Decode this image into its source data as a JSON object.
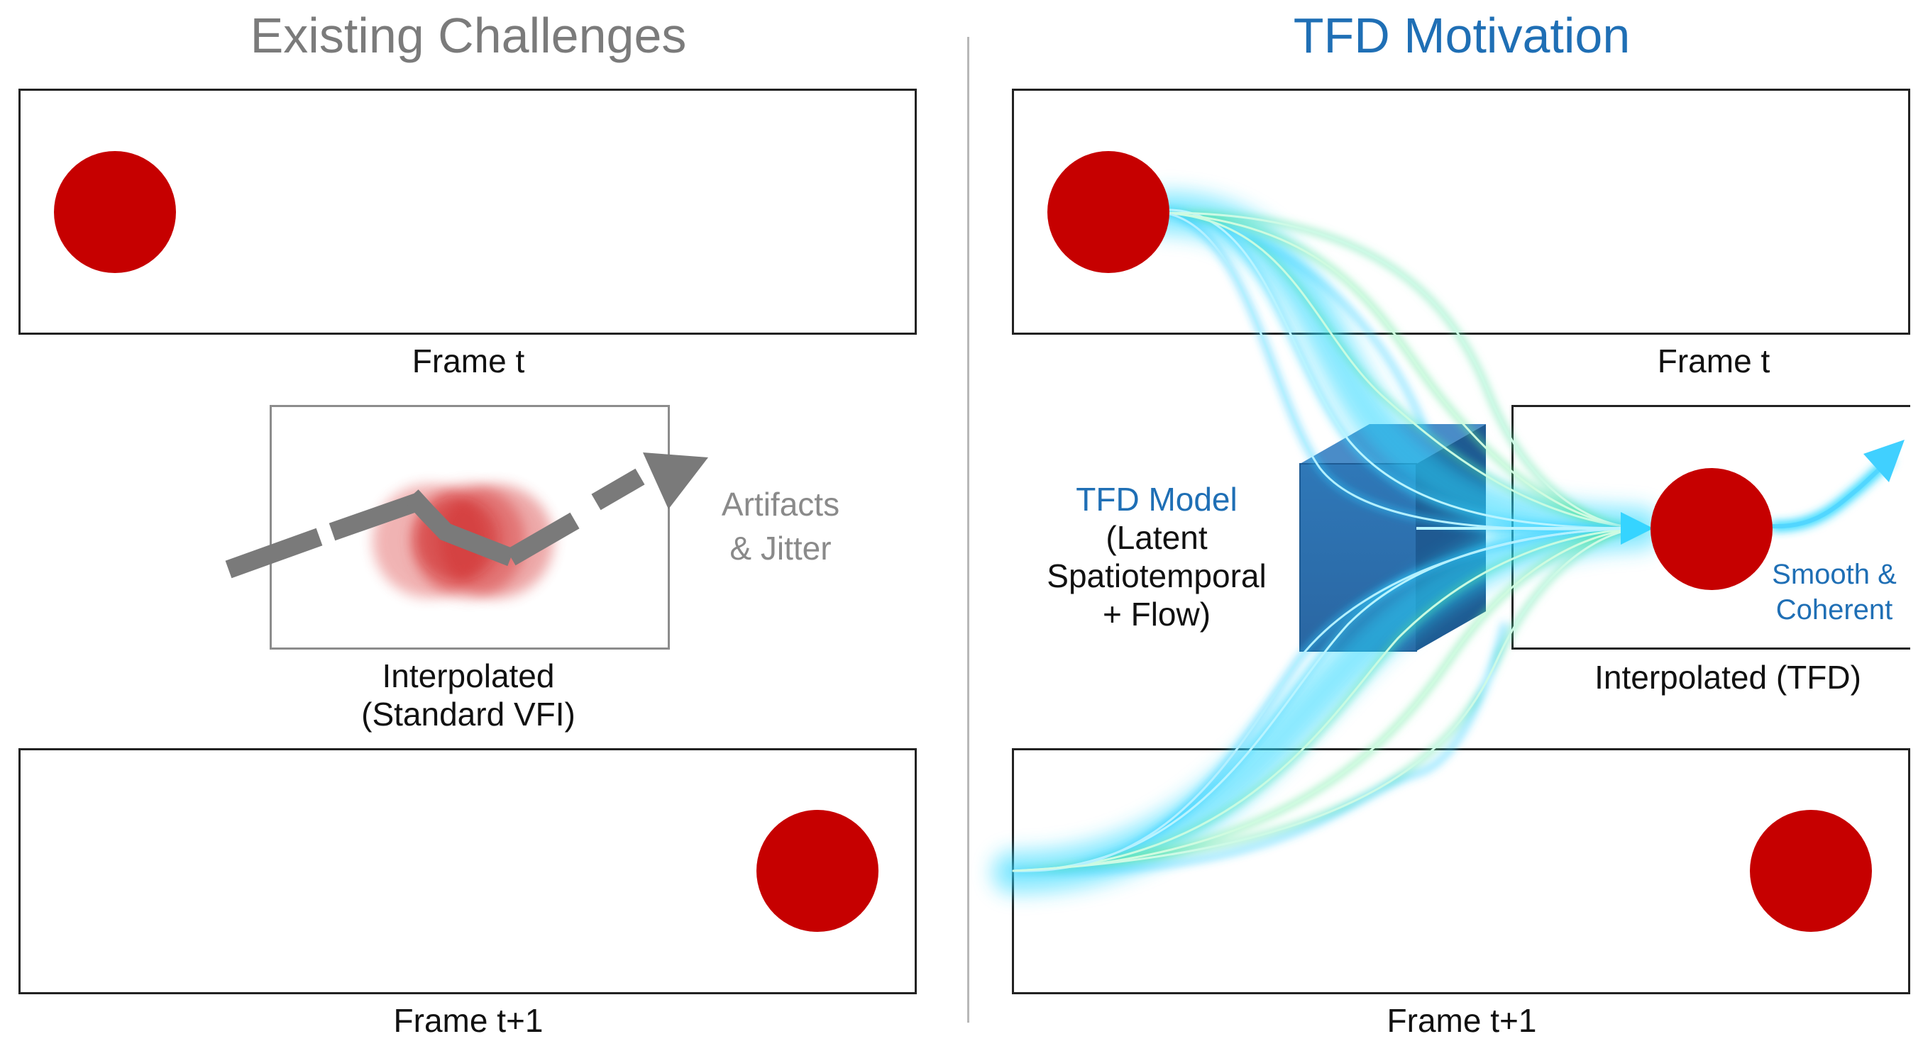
{
  "left": {
    "title": "Existing Challenges",
    "frame_t_label": "Frame t",
    "interp_label_line1": "Interpolated",
    "interp_label_line2": "(Standard VFI)",
    "artifact_line1": "Artifacts",
    "artifact_line2": "& Jitter",
    "frame_t1_label": "Frame t+1"
  },
  "right": {
    "title": "TFD Motivation",
    "frame_t_label": "Frame t",
    "model_line1": "TFD Model",
    "model_line2": "(Latent",
    "model_line3": "Spatiotemporal",
    "model_line4": "+ Flow)",
    "interp_label": "Interpolated (TFD)",
    "smooth_line1": "Smooth &",
    "smooth_line2": "Coherent",
    "frame_t1_label": "Frame t+1"
  },
  "colors": {
    "ball": "#c60000",
    "accent_blue": "#1f6fb5",
    "flow_cyan": "#2ad8ff",
    "flow_green": "#47e0a0",
    "gray_text": "#7b7b7b"
  }
}
